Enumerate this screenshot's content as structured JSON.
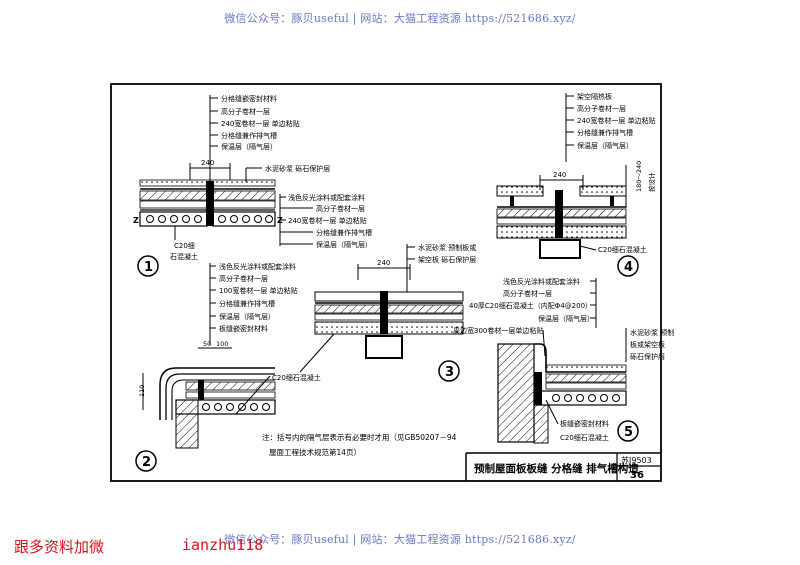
{
  "watermark": {
    "top": "微信公众号：豚贝useful | 网站：大猫工程资源 https://521686.xyz/",
    "bottom": "微信公众号：豚贝useful | 网站：大猫工程资源 https://521686.xyz/"
  },
  "promo": {
    "left": "跟多资料加微",
    "right": "ianzhu118"
  },
  "drawing": {
    "title": "预制屋面板板缝 分格缝 排气槽构造",
    "atlas_no": "苏J9503",
    "page_no": "36",
    "note_line1": "注：括号内的隔气层表示有必要时才用（见GB50207－94",
    "note_line2": "屋面工程技术规范第14页）",
    "detail1": {
      "number": "1",
      "dim": "240",
      "labels": [
        "分格缝嵌密封材料",
        "高分子卷材一层",
        "240宽卷材一层 单边粘贴",
        "分格缝兼作排气槽",
        "保温层（隔气层）"
      ],
      "right_label": "水泥砂浆 砾石保护层",
      "bottom_label1": "C20细",
      "bottom_label2": "石混凝土"
    },
    "detail_mid": {
      "labels": [
        "浅色反光涂料或配套涂料",
        "高分子卷材一层",
        "240宽卷材一层 单边粘贴",
        "分格缝兼作排气槽",
        "保温层（隔气层）"
      ]
    },
    "detail2": {
      "number": "2",
      "dim_a": "50",
      "dim_b": "100",
      "dim_side": "110",
      "labels": [
        "浅色反光涂料或配套涂料",
        "高分子卷材一层",
        "100宽卷材一层 单边粘贴",
        "分格缝兼作排气槽",
        "保温层（隔气层）",
        "板缝嵌密封材料"
      ],
      "bottom_label": "C20细石混凝土"
    },
    "detail3": {
      "number": "3",
      "dim": "240",
      "labels": [
        "水泥砂浆 预制板或",
        "架空板   砾石保护层"
      ]
    },
    "detail4": {
      "number": "4",
      "dim": "240",
      "side_dim": "180～240",
      "side_note": "按设计",
      "labels": [
        "架空隔热板",
        "高分子卷材一层",
        "240宽卷材一层 单边粘贴",
        "分格缝兼作排气槽",
        "保温层（隔气层）"
      ],
      "bottom_label": "C20细石混凝土"
    },
    "detail5": {
      "number": "5",
      "labels": [
        "浅色反光涂料或配套涂料",
        "高分子卷材一层",
        "40厚C20细石混凝土（内配Φ4@200）",
        "保温层（隔气层）"
      ],
      "left_label": "周边宽300卷材一层单边粘贴",
      "right_labels": [
        "水泥砂浆   预制",
        "板或架空板",
        "砾石保护层"
      ],
      "bottom_label1": "板缝嵌密封材料",
      "bottom_label2": "C20细石混凝土"
    }
  }
}
